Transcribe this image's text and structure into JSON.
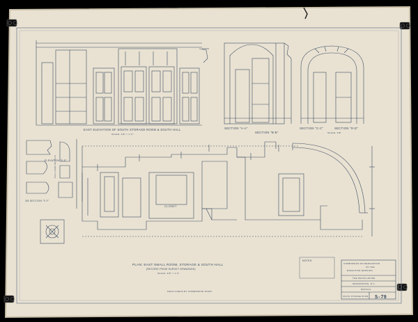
{
  "sheet": {
    "paper_color": "#e9e2d2",
    "ink_color": "#3b4a63",
    "background_color": "#000000"
  },
  "labels": {
    "elevation_top": "EAST ELEVATION OF SOUTH STORAGE ROOM & SOUTH HALL",
    "elevation_scale": "SCALE: 3/8\" = 1'-0\"",
    "section_1": "SECTION \"A-A\"",
    "section_2": "SECTION \"B-B\"",
    "section_3": "SECTION \"C-C\"",
    "section_4": "SECTION \"D-D\"",
    "section_scale": "SCALE: 3/8\"",
    "plan_title": "PLAN: EAST SMALL ROOM, STORAGE & SOUTH HALL",
    "plan_subtitle": "(RECORD FROM SURVEY DRAWINGS)",
    "plan_scale": "SCALE: 3/8\" = 1'-0\"",
    "closet": "CLOSET",
    "detail_1": "ELEVATION \"E-E\"",
    "detail_2": "FULL SIZE DETAILS",
    "detail_3": "3/8 SECTION \"F-F\"",
    "note": "NOTES:",
    "bottom_note": "FIELD CHECK BY COMMISSION STAFF",
    "title_block": {
      "line1": "COMMISSION ON RENOVATION",
      "line2": "OF THE",
      "line3": "EXECUTIVE MANSION",
      "line4": "THE WHITE HOUSE",
      "line5": "WASHINGTON, D.C.",
      "line6": "DETAILS",
      "line7": "SOUTH STORAGE ROOM",
      "sheet_no": "S-79"
    }
  }
}
